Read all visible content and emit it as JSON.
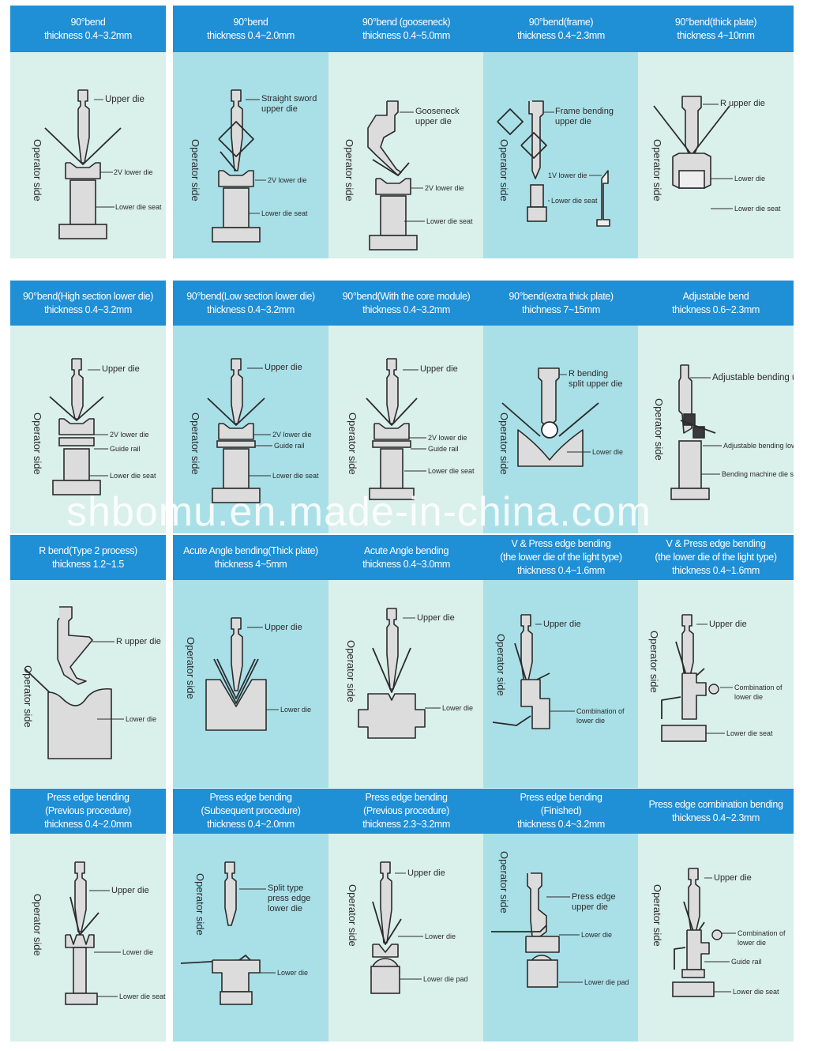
{
  "colors": {
    "header": "#1f8fd6",
    "body_light": "#daf0ea",
    "body_aqua": "#a9e0e8",
    "ink": "#2b2b2b",
    "die_grey": "#dcdcdc"
  },
  "watermark": "shbomu.en.made-in-china.com",
  "cards": [
    {
      "id": "c0",
      "title": [
        "90°bend",
        "thickness 0.4~3.2mm"
      ],
      "operator": "Operator side",
      "diagram": "v-basic",
      "labels": [
        "Upper die",
        "2V lower die",
        "Lower die seat"
      ]
    },
    {
      "id": "c1",
      "title": [
        "90°bend",
        "thickness 0.4~2.0mm"
      ],
      "operator": "Operator side",
      "diagram": "sword",
      "labels": [
        "Straight sword",
        "upper die",
        "2V lower die",
        "Lower die seat"
      ]
    },
    {
      "id": "c2",
      "title": [
        "90°bend (gooseneck)",
        "thickness 0.4~5.0mm"
      ],
      "operator": "Operator side",
      "diagram": "gooseneck",
      "labels": [
        "Gooseneck",
        "upper die",
        "2V lower die",
        "Lower die seat"
      ]
    },
    {
      "id": "c3",
      "title": [
        "90°bend(frame)",
        "thickness 0.4~2.3mm"
      ],
      "operator": "Operator side",
      "diagram": "frame",
      "labels": [
        "Frame bending",
        "upper die",
        "1V lower die",
        "Lower die seat"
      ]
    },
    {
      "id": "c4",
      "title": [
        "90°bend(thick plate)",
        "thickness 4~10mm"
      ],
      "operator": "Operator side",
      "diagram": "thick",
      "labels": [
        "R upper die",
        "Lower die",
        "Lower die seat"
      ]
    },
    {
      "id": "c5",
      "title": [
        "90°bend(High section lower die)",
        "thickness 0.4~3.2mm"
      ],
      "operator": "Operator side",
      "diagram": "high",
      "labels": [
        "Upper die",
        "2V lower die",
        "Guide rail",
        "Lower die seat"
      ]
    },
    {
      "id": "c6",
      "title": [
        "90°bend(Low section lower die)",
        "thickness 0.4~3.2mm"
      ],
      "operator": "Operator side",
      "diagram": "low",
      "labels": [
        "Upper die",
        "2V lower die",
        "Guide rail",
        "Lower die seat"
      ]
    },
    {
      "id": "c7",
      "title": [
        "90°bend(With the core module)",
        "thickness 0.4~3.2mm"
      ],
      "operator": "Operator side",
      "diagram": "core",
      "labels": [
        "Upper die",
        "2V lower die",
        "Guide rail",
        "Lower die seat"
      ]
    },
    {
      "id": "c8",
      "title": [
        "90°bend(extra thick plate)",
        "thichness 7~15mm"
      ],
      "operator": "Operator side",
      "diagram": "extra",
      "labels": [
        "R bending",
        "split upper die",
        "Lower die"
      ]
    },
    {
      "id": "c9",
      "title": [
        "Adjustable bend",
        "thickness 0.6~2.3mm"
      ],
      "operator": "Operator side",
      "diagram": "adjust",
      "labels": [
        "Adjustable bending upper die",
        "Adjustable bending lower die",
        "Bending machine die seat"
      ]
    },
    {
      "id": "c10",
      "title": [
        "R bend(Type 2 process)",
        "thickness 1.2~1.5"
      ],
      "operator": "Operator side",
      "diagram": "rbend",
      "labels": [
        "R upper die",
        "Lower die"
      ]
    },
    {
      "id": "c11",
      "title": [
        "Acute Angle bending(Thick plate)",
        "thickness 4~5mm"
      ],
      "operator": "Operator side",
      "diagram": "acute-thick",
      "labels": [
        "Upper die",
        "Lower die"
      ]
    },
    {
      "id": "c12",
      "title": [
        "Acute Angle bending",
        "thickness 0.4~3.0mm"
      ],
      "operator": "Operator side",
      "diagram": "acute",
      "labels": [
        "Upper die",
        "Lower die"
      ]
    },
    {
      "id": "c13",
      "title": [
        "V & Press edge bending",
        "(the lower die of the light type)",
        "thickness 0.4~1.6mm"
      ],
      "operator": "Operator side",
      "diagram": "vpress-light",
      "labels": [
        "Upper die",
        "Combination of",
        "lower die"
      ]
    },
    {
      "id": "c14",
      "title": [
        "V & Press edge bending",
        "(the lower die of the light type)",
        "thickness 0.4~1.6mm"
      ],
      "operator": "Operator side",
      "diagram": "vpress-seat",
      "labels": [
        "Upper die",
        "Combination of",
        "lower die",
        "Lower die seat"
      ]
    },
    {
      "id": "c15",
      "title": [
        "Press edge bending",
        "(Previous procedure)",
        "thickness 0.4~2.0mm"
      ],
      "operator": "Operator side",
      "diagram": "press-prev",
      "labels": [
        "Upper die",
        "Lower die",
        "Lower die seat"
      ]
    },
    {
      "id": "c16",
      "title": [
        "Press edge bending",
        "(Subsequent procedure)",
        "thickness 0.4~2.0mm"
      ],
      "operator": "Operator side",
      "diagram": "press-sub",
      "labels": [
        "Split type",
        "press edge",
        "lower die",
        "Lower die"
      ]
    },
    {
      "id": "c17",
      "title": [
        "Press edge bending",
        "(Previous procedure)",
        "thickness 2.3~3.2mm"
      ],
      "operator": "Operator side",
      "diagram": "press-prev-thick",
      "labels": [
        "Upper die",
        "Lower die",
        "Lower die pad"
      ]
    },
    {
      "id": "c18",
      "title": [
        "Press edge bending",
        "(Finished)",
        "thickness 0.4~3.2mm"
      ],
      "operator": "Operator side",
      "diagram": "press-finished",
      "labels": [
        "Press edge",
        "upper die",
        "Lower die",
        "Lower die pad"
      ]
    },
    {
      "id": "c19",
      "title": [
        "Press edge combination bending",
        "thickness 0.4~2.3mm"
      ],
      "operator": "Operator side",
      "diagram": "press-combo",
      "labels": [
        "Upper die",
        "Combination of",
        "lower die",
        "Guide rail",
        "Lower die seat"
      ]
    }
  ]
}
